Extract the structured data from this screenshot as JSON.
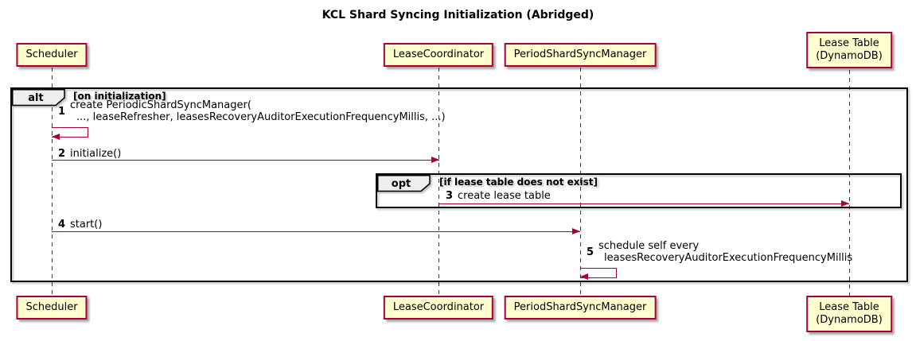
{
  "title": "KCL Shard Syncing Initialization (Abridged)",
  "colors": {
    "participant_fill": "#FEFECE",
    "participant_border": "#A80036",
    "arrow": "#A80036",
    "lifeline": "#A80036",
    "frame_border": "#000000",
    "frame_label_fill": "#EEEEEE"
  },
  "participants": [
    {
      "label": "Scheduler"
    },
    {
      "label": "LeaseCoordinator"
    },
    {
      "label": "PeriodShardSyncManager"
    },
    {
      "label_line1": "Lease Table",
      "label_line2": "(DynamoDB)"
    }
  ],
  "frames": {
    "alt": {
      "operator": "alt",
      "guard": "[on initialization]"
    },
    "opt": {
      "operator": "opt",
      "guard": "[if lease table does not exist]"
    }
  },
  "messages": [
    {
      "num": "1",
      "line1": "create PeriodicShardSyncManager(",
      "line2": "..., leaseRefresher, leasesRecoveryAuditorExecutionFrequencyMillis, ...)",
      "from": "Scheduler",
      "to": "Scheduler"
    },
    {
      "num": "2",
      "label": "initialize()",
      "from": "Scheduler",
      "to": "LeaseCoordinator"
    },
    {
      "num": "3",
      "label": "create lease table",
      "from": "LeaseCoordinator",
      "to": "Lease Table (DynamoDB)"
    },
    {
      "num": "4",
      "label": "start()",
      "from": "Scheduler",
      "to": "PeriodShardSyncManager"
    },
    {
      "num": "5",
      "line1": "schedule self every",
      "line2": "leasesRecoveryAuditorExecutionFrequencyMillis",
      "from": "PeriodShardSyncManager",
      "to": "PeriodShardSyncManager"
    }
  ]
}
